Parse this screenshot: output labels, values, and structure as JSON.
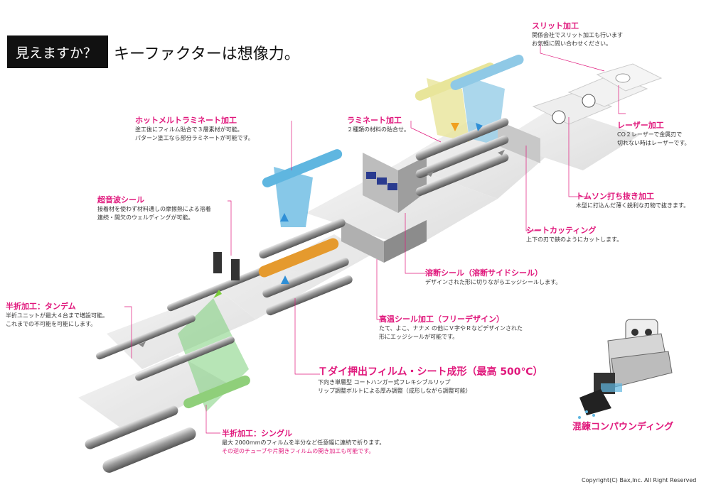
{
  "header": {
    "badge": "見えますか？",
    "tagline": "キーファクターは想像力。"
  },
  "labels": {
    "slit": {
      "title": "スリット加工",
      "lines": [
        "関係会社でスリット加工も行います",
        "お気軽に問い合わせください。"
      ]
    },
    "laser": {
      "title": "レーザー加工",
      "lines": [
        "CO２レーザーで金属刃で",
        "切れない時はレーザーです。"
      ]
    },
    "thomson": {
      "title": "トムソン打ち抜き加工",
      "lines": [
        "木型に打込んだ薄く鋭利な刃物で抜きます。"
      ]
    },
    "sheet_cut": {
      "title": "シートカッティング",
      "lines": [
        "上下の刃で鋏のようにカットします。"
      ]
    },
    "laminate": {
      "title": "ラミネート加工",
      "lines": [
        "２種類の材料の貼合せ。"
      ]
    },
    "hotmelt": {
      "title": "ホットメルトラミネート加工",
      "lines": [
        "塗工後にフィルム貼合で３層素材が可能。",
        "パターン塗工なら部分ラミネートが可能です。"
      ]
    },
    "ultrasonic": {
      "title": "超音波シール",
      "lines": [
        "接着材を使わず材料通しの摩擦熱による溶着",
        "連続・間欠のウェルディングが可能。"
      ]
    },
    "fusion": {
      "title": "溶断シール（溶断サイドシール）",
      "lines": [
        "デザインされた形に切りながらエッジシールします。"
      ]
    },
    "tandem": {
      "title": "半折加工：タンデム",
      "lines": [
        "半折ユニットが最大４台まで増設可能。",
        "これまでの不可能を可能にします。"
      ]
    },
    "heatseal": {
      "title": "高温シール加工（フリーデザイン）",
      "lines": [
        "たて、よこ、ナナメ の他にＶ字やＲなどデザインされた",
        "形にエッジシールが可能です。"
      ]
    },
    "tdie": {
      "title": "Ｔダイ押出フィルム・シート成形（最高 500℃）",
      "lines": [
        "下向き単層型 コートハンガー式フレキシブルリップ",
        "リップ調整ボルトによる厚み調整（成形しながら調整可能）"
      ]
    },
    "single": {
      "title": "半折加工：シングル",
      "lines": [
        "最大 2000mmのフィルムを半分など任意幅に連続で折ります。",
        "その逆のチューブや片開きフィルムの開き加工も可能です。"
      ]
    },
    "compounding": {
      "title": "混錬コンパウンディング"
    }
  },
  "copyright": "Copyright(C)  Bax,Inc.  All Right Reserved",
  "colors": {
    "accent": "#e0187c",
    "blue_film": "#5fb6e0",
    "green_film": "#7ccf7a",
    "yellow_film": "#e8e59a",
    "orange_roll": "#e59a2e",
    "arrow_blue": "#2f8fd6",
    "arrow_green": "#7ccf3a",
    "arrow_orange": "#f0a020"
  }
}
